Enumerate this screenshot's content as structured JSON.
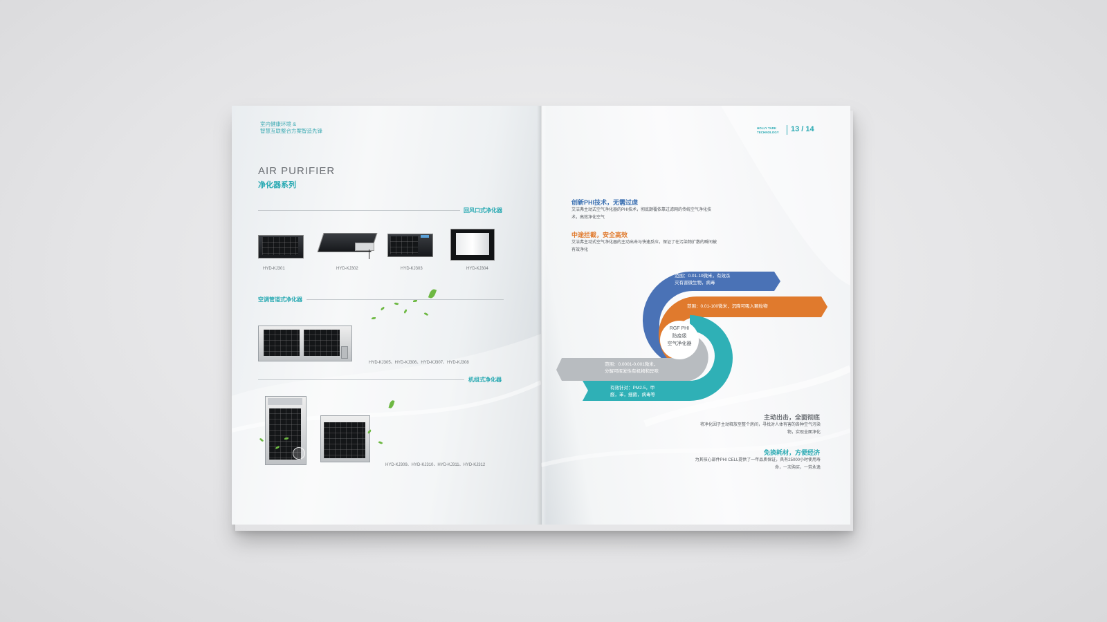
{
  "left_page": {
    "brand_line1": "室内健康环境 &",
    "brand_line2": "智慧互联整合方案智造先锋",
    "title_en": "AIR PURIFIER",
    "title_cn": "净化器系列",
    "section1": {
      "title": "回风口式净化器",
      "items": [
        "HYD-KJ301",
        "HYD-KJ302",
        "HYD-KJ303",
        "HYD-KJ304"
      ]
    },
    "section2": {
      "title": "空调管道式净化器",
      "caption": "HYD-KJ305、HYD-KJ306、HYD-KJ307、HYD-KJ308"
    },
    "section3": {
      "title": "机组式净化器",
      "caption": "HYD-KJ309、HYD-KJ310、HYD-KJ311、HYD-KJ312"
    }
  },
  "right_page": {
    "brand_line1": "HOLLY TARK",
    "brand_line2": "TECHNOLOGY",
    "page_number": "13 / 14",
    "feature1": {
      "heading": "创新PHI技术，无需过虑",
      "body": "艾洁弗主动式空气净化器的PHI技术，彻底颠覆依靠过滤网的传统空气净化技术，高效净化空气"
    },
    "feature2": {
      "heading": "中途拦截，安全高效",
      "body": "艾洁弗主动式空气净化器的主动出击与快速反应，保证了在污染物扩散的瞬间被有效净化"
    },
    "diagram": {
      "center_line1": "RGF PHI",
      "center_line2": "防疫级",
      "center_line3": "空气净化器",
      "blue_line1": "范围：0.01-10微米，有效杀",
      "blue_line2": "灭有害微生物，病毒",
      "orange": "范围：0.01-100微米，沉降可吸入颗粒物",
      "gray_line1": "范围：0.0001-0.001微米，",
      "gray_line2": "分解可挥发性有机物和异味",
      "teal_line1": "有效针对：PM2.5，甲",
      "teal_line2": "醛，苯，细菌，病毒等",
      "colors": {
        "blue": "#4a72b6",
        "orange": "#e07a2d",
        "gray": "#b8bcc0",
        "teal": "#2fb0b6"
      }
    },
    "feature3": {
      "heading": "主动出击，全面彻底",
      "body": "将净化因子主动释放至整个房间，寻找对人体有害的各种空气污染物，实现全面净化"
    },
    "feature4": {
      "heading": "免换耗材，方便经济",
      "body": "为其核心部件PHI CELL提供了一年品质保证，具有25000小时使用寿命，一次购买，一劳永逸"
    }
  }
}
